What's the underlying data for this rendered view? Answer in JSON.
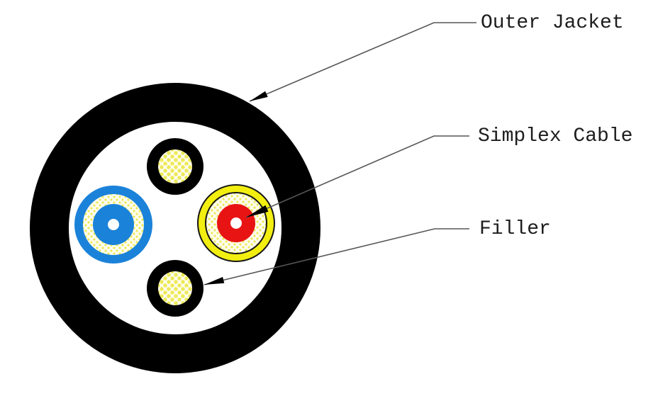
{
  "labels": {
    "outer_jacket": "Outer Jacket",
    "simplex_cable": "Simplex Cable",
    "filler": "Filler"
  },
  "callouts": [
    {
      "label": "Outer Jacket",
      "points_to": "outer-black-jacket-ring"
    },
    {
      "label": "Simplex Cable",
      "points_to": "yellow-simplex-cable-center"
    },
    {
      "label": "Filler",
      "points_to": "bottom-filler"
    }
  ],
  "colors": {
    "background": "#ffffff",
    "outer_jacket": "#000000",
    "simplex_blue": "#1b82d9",
    "simplex_yellow": "#f2ee10",
    "fiber_red": "#e81414",
    "speckle_dot": "#ecea58",
    "speckle_bg": "#fffdf0",
    "leader_line": "#55565a",
    "label_text": "#1d1d1d"
  }
}
